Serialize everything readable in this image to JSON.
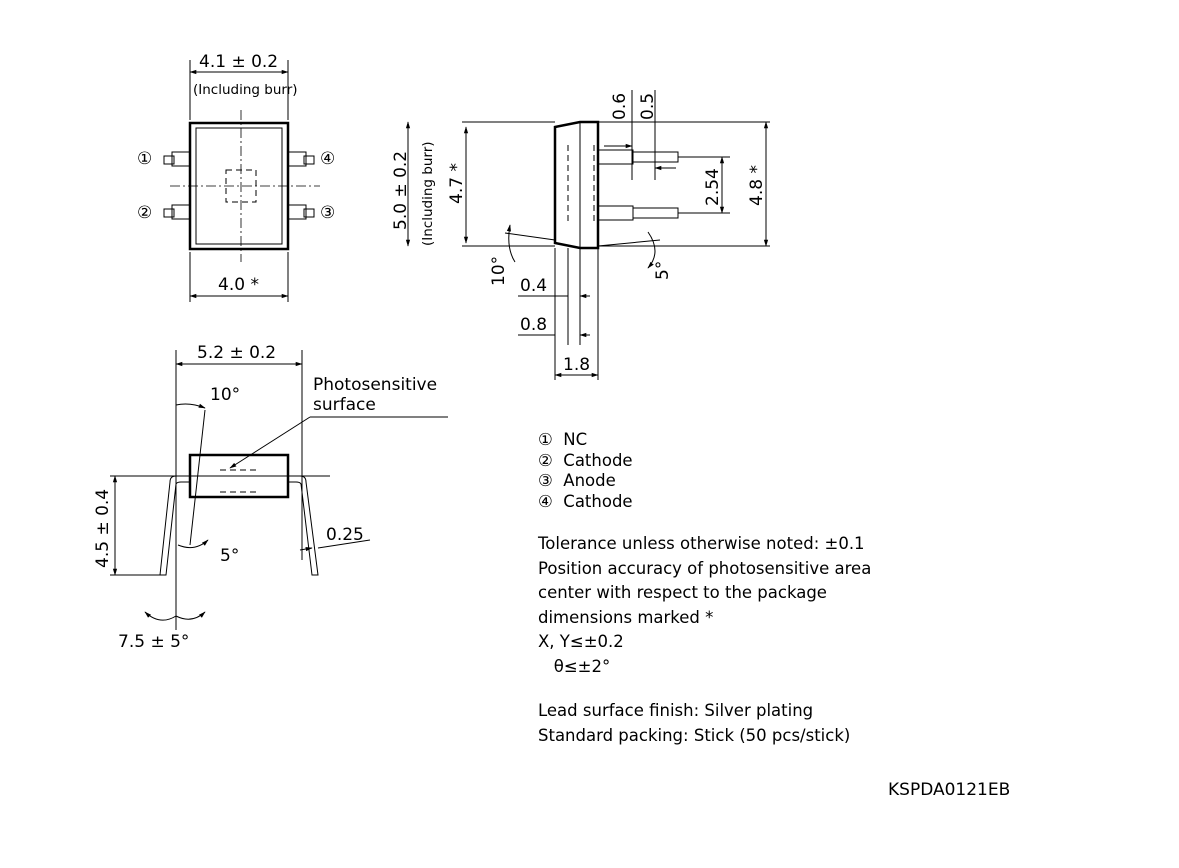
{
  "top_view": {
    "width_dim": "4.1 ± 0.2",
    "width_note": "(Including burr)",
    "bottom_dim": "4.0 *",
    "pins": [
      "①",
      "②",
      "③",
      "④"
    ]
  },
  "side_view": {
    "height_dim": "5.0 ± 0.2",
    "height_note": "(Including burr)",
    "inner_dim": "4.7 *",
    "lead_thickness_1": "0.6",
    "lead_thickness_2": "0.5",
    "pitch": "2.54",
    "lead_span": "4.8 *",
    "angle_left": "10°",
    "angle_right": "5°",
    "dim_04": "0.4",
    "dim_08": "0.8",
    "dim_18": "1.8"
  },
  "front_view": {
    "width_dim": "5.2 ± 0.2",
    "surface_label_1": "Photosensitive",
    "surface_label_2": "surface",
    "angle_top": "10°",
    "height_dim": "4.5 ± 0.4",
    "angle_bottom": "5°",
    "lead_dim": "0.25",
    "spread_angle": "7.5 ± 5°"
  },
  "legend": [
    {
      "num": "①",
      "label": "NC"
    },
    {
      "num": "②",
      "label": "Cathode"
    },
    {
      "num": "③",
      "label": "Anode"
    },
    {
      "num": "④",
      "label": "Cathode"
    }
  ],
  "notes": {
    "tolerance": "Tolerance unless otherwise noted: ±0.1",
    "position_1": "Position accuracy of photosensitive area",
    "position_2": "center with respect to the package",
    "position_3": "dimensions marked *",
    "xy": "X, Y≤±0.2",
    "theta": "   θ≤±2°",
    "finish": "Lead surface finish: Silver plating",
    "packing": "Standard packing: Stick (50 pcs/stick)"
  },
  "drawing_code": "KSPDA0121EB"
}
